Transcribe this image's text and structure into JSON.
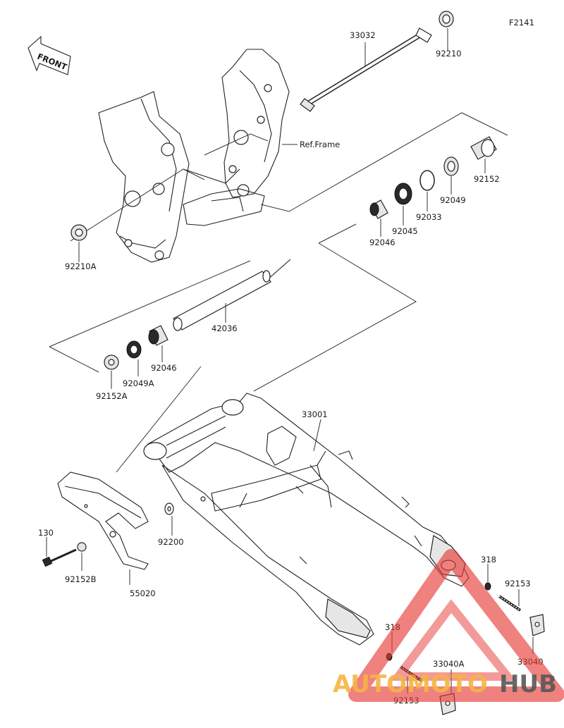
{
  "diagram": {
    "code": "F2141",
    "front_label": "FRONT",
    "ref_frame_label": "Ref.Frame"
  },
  "parts": {
    "p33032": "33032",
    "p92210": "92210",
    "p92210A": "92210A",
    "p92152": "92152",
    "p92049": "92049",
    "p92033": "92033",
    "p92045": "92045",
    "p92046_top": "92046",
    "p42036": "42036",
    "p92046_bot": "92046",
    "p92049A": "92049A",
    "p92152A": "92152A",
    "p33001": "33001",
    "p92200": "92200",
    "p130": "130",
    "p92152B": "92152B",
    "p55020": "55020",
    "p318_r": "318",
    "p318_l": "318",
    "p92153_r": "92153",
    "p92153_l": "92153",
    "p33040": "33040",
    "p33040A": "33040A"
  },
  "watermark": {
    "brand_part1": "AUTOMOTO",
    "brand_part2": "HUB",
    "color_orange": "#f5a623",
    "color_red": "#e53935",
    "color_dark": "#3a3a3a"
  }
}
